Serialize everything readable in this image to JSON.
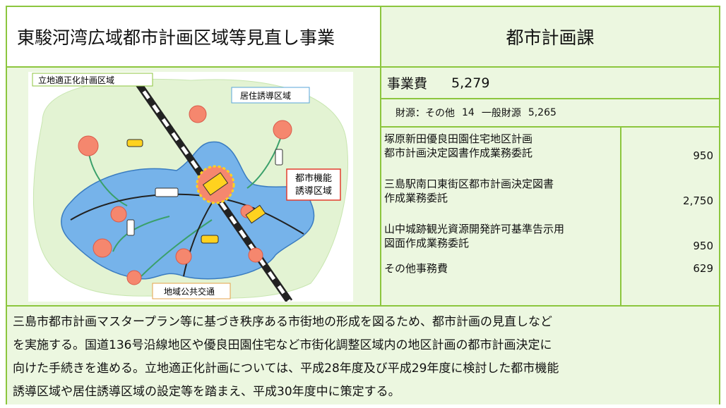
{
  "header": {
    "project_name": "東駿河湾広域都市計画区域等見直し事業",
    "department": "都市計画課"
  },
  "budget": {
    "cost_label": "事業費",
    "cost_value": "5,279",
    "funding_label": "財源：その他",
    "funding_other": "14",
    "funding_general_label": "一般財源",
    "funding_general": "5,265"
  },
  "items": [
    {
      "line1": "塚原新田優良田園住宅地区計画",
      "line2": "都市計画決定図書作成業務委託",
      "amount": "950"
    },
    {
      "line1": "三島駅南口東街区都市計画決定図書",
      "line2": "作成業務委託",
      "amount": "2,750"
    },
    {
      "line1": "山中城跡観光資源開発許可基準告示用",
      "line2": "図面作成業務委託",
      "amount": "950"
    },
    {
      "line1": "その他事務費",
      "line2": "",
      "amount": "629"
    }
  ],
  "illustration": {
    "label_location": "立地適正化計画区域",
    "label_residence": "居住誘導区域",
    "label_urban_function": "都市機能\n誘導区域",
    "label_urban_function_1": "都市機能",
    "label_urban_function_2": "誘導区域",
    "label_transit": "地域公共交通",
    "colors": {
      "green_area": "#e3f3d3",
      "blue_area": "#76b3ea",
      "hub": "#f5876e",
      "frame": "#8cc63e",
      "panel": "#ecf7e0"
    }
  },
  "description": [
    "三島市都市計画マスタープラン等に基づき秩序ある市街地の形成を図るため、都市計画の見直しなど",
    "を実施する。国道136号沿線地区や優良田園住宅など市街化調整区域内の地区計画の都市計画決定に",
    "向けた手続きを進める。立地適正化計画については、平成28年度及び平成29年度に検討した都市機能",
    "誘導区域や居住誘導区域の設定等を踏まえ、平成30年度中に策定する。"
  ]
}
